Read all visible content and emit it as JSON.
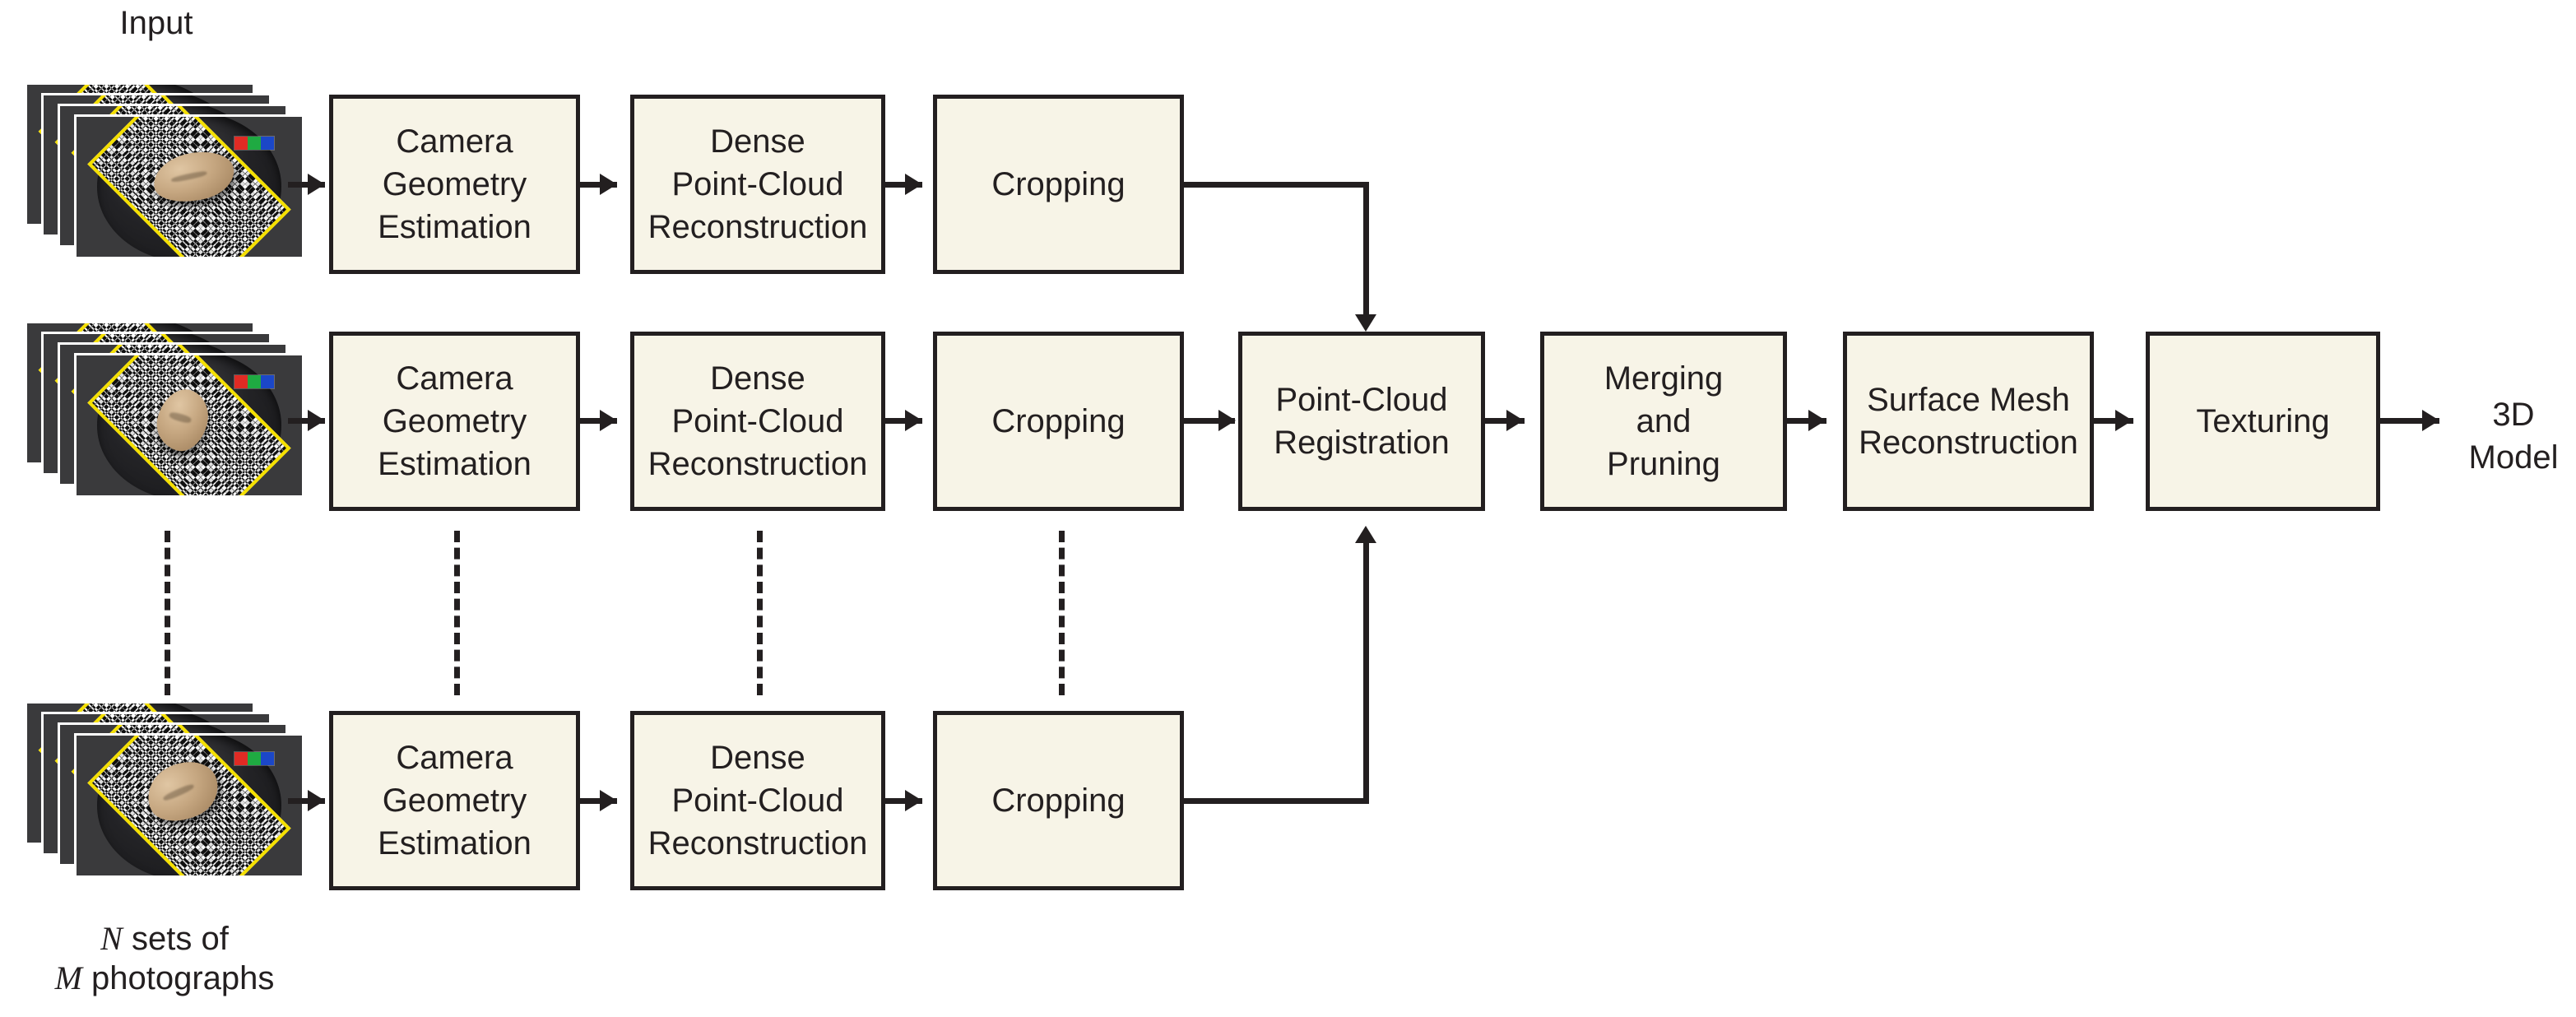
{
  "diagram": {
    "title_label": "Input",
    "output_label": "3D\nModel",
    "caption": {
      "line1_sym": "N",
      "line1_text": " sets of",
      "line2_sym": "M",
      "line2_text": " photographs"
    },
    "colors": {
      "box_fill": "#f7f4e7",
      "box_stroke": "#231f20",
      "text": "#231f20",
      "background": "#ffffff",
      "marker_yellow": "#f5e000",
      "swatch_red": "#e02b24",
      "swatch_green": "#1faa42",
      "swatch_blue": "#1b47c8"
    },
    "rows": [
      {
        "id": "row-top",
        "stack_label": "photo-stack",
        "stages": [
          {
            "id": "camera-geometry-estimation-1",
            "label": "Camera\nGeometry\nEstimation"
          },
          {
            "id": "dense-point-cloud-reconstruction-1",
            "label": "Dense\nPoint-Cloud\nReconstruction"
          },
          {
            "id": "cropping-1",
            "label": "Cropping"
          }
        ]
      },
      {
        "id": "row-middle",
        "stack_label": "photo-stack",
        "stages": [
          {
            "id": "camera-geometry-estimation-2",
            "label": "Camera\nGeometry\nEstimation"
          },
          {
            "id": "dense-point-cloud-reconstruction-2",
            "label": "Dense\nPoint-Cloud\nReconstruction"
          },
          {
            "id": "cropping-2",
            "label": "Cropping"
          }
        ]
      },
      {
        "id": "row-bottom",
        "stack_label": "photo-stack",
        "stages": [
          {
            "id": "camera-geometry-estimation-n",
            "label": "Camera\nGeometry\nEstimation"
          },
          {
            "id": "dense-point-cloud-reconstruction-n",
            "label": "Dense\nPoint-Cloud\nReconstruction"
          },
          {
            "id": "cropping-n",
            "label": "Cropping"
          }
        ]
      }
    ],
    "trunk": [
      {
        "id": "point-cloud-registration",
        "label": "Point-Cloud\nRegistration"
      },
      {
        "id": "merging-and-pruning",
        "label": "Merging\nand\nPruning"
      },
      {
        "id": "surface-mesh-reconstruction",
        "label": "Surface Mesh\nReconstruction"
      },
      {
        "id": "texturing",
        "label": "Texturing"
      }
    ]
  }
}
